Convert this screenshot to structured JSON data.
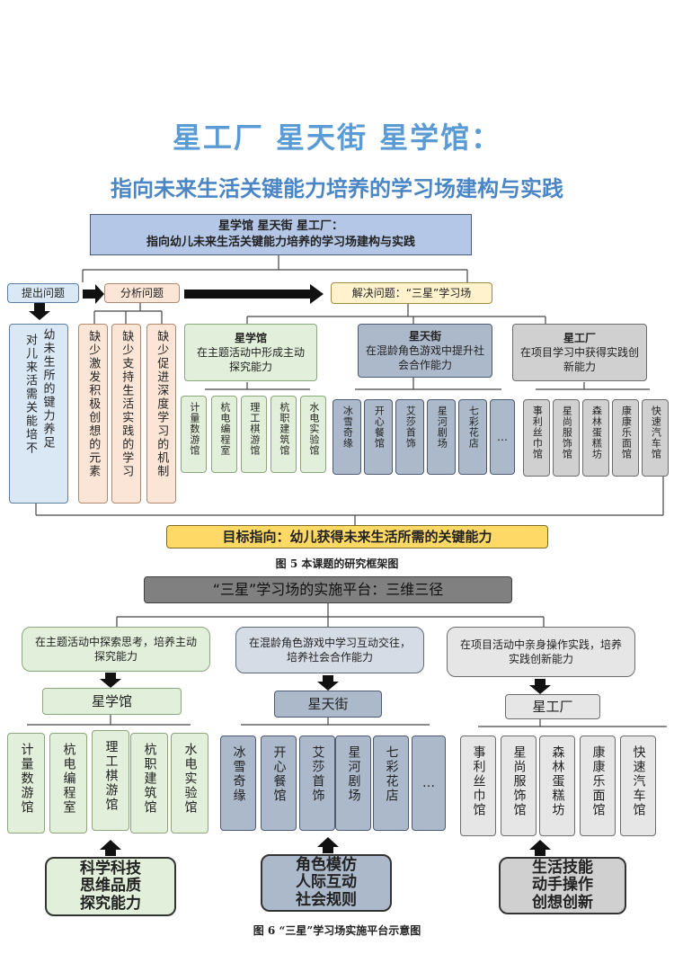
{
  "title": {
    "main": "星工厂  星天街  星学馆：",
    "subtitle": "指向未来生活关键能力培养的学习场建构与实践"
  },
  "fig5": {
    "top_line1": "星学馆   星天街   星工厂：",
    "top_line2": "指向幼儿未来生活关键能力培养的学习场建构与实践",
    "ask": "提出问题",
    "analyze": "分析问题",
    "solve": "解决问题：“三星”学习场",
    "problem_cols": [
      "对儿来活需关能培不",
      "幼未生所的键力养足"
    ],
    "analysis_cols": [
      "缺少激发积极创想的元素",
      "缺少支持生活实践的学习",
      "缺少促进深度学习的机制"
    ],
    "branches": [
      {
        "name": "星学馆",
        "desc": "在主题活动中形成主动探究能力",
        "items": [
          "计量数游馆",
          "杭电编程室",
          "理工棋游馆",
          "杭职建筑馆",
          "水电实验馆"
        ]
      },
      {
        "name": "星天街",
        "desc": "在混龄角色游戏中提升社会合作能力",
        "items": [
          "冰雪奇缘",
          "开心餐馆",
          "艾莎首饰",
          "星河剧场",
          "七彩花店",
          "…"
        ]
      },
      {
        "name": "星工厂",
        "desc": "在项目学习中获得实践创新能力",
        "items": [
          "事利丝巾馆",
          "星尚服饰馆",
          "森林蛋糕坊",
          "康康乐面馆",
          "快速汽车馆"
        ]
      }
    ],
    "goal": "目标指向：幼儿获得未来生活所需的关键能力",
    "caption": "图 5    本课题的研究框架图"
  },
  "fig6": {
    "top": "“三星”学习场的实施平台：三维三径",
    "branches": [
      {
        "desc": "在主题活动中探索思考，培养主动探究能力",
        "name": "星学馆",
        "items": [
          "计量数游馆",
          "杭电编程室",
          "理工棋游馆",
          "杭职建筑馆",
          "水电实验馆"
        ],
        "bottom": [
          "科学科技",
          "思维品质",
          "探究能力"
        ]
      },
      {
        "desc": "在混龄角色游戏中学习互动交往，培养社会合作能力",
        "name": "星天街",
        "items": [
          "冰雪奇缘",
          "开心餐馆",
          "艾莎首饰",
          "星河剧场",
          "七彩花店",
          "…"
        ],
        "bottom": [
          "角色模仿",
          "人际互动",
          "社会规则"
        ]
      },
      {
        "desc": "在项目活动中亲身操作实践，培养实践创新能力",
        "name": "星工厂",
        "items": [
          "事利丝巾馆",
          "星尚服饰馆",
          "森林蛋糕坊",
          "康康乐面馆",
          "快速汽车馆"
        ],
        "bottom": [
          "生活技能",
          "动手操作",
          "创想创新"
        ]
      }
    ],
    "caption": "图 6  “三星”学习场实施平台示意图"
  },
  "colors": {
    "title": "#5b9bd5",
    "green": "#e2efda",
    "blue": "#d6dce5",
    "gray": "#d0d0d0",
    "peach": "#fbe5d6",
    "yellow": "#ffd966",
    "topbar": "#b4c7e7"
  }
}
